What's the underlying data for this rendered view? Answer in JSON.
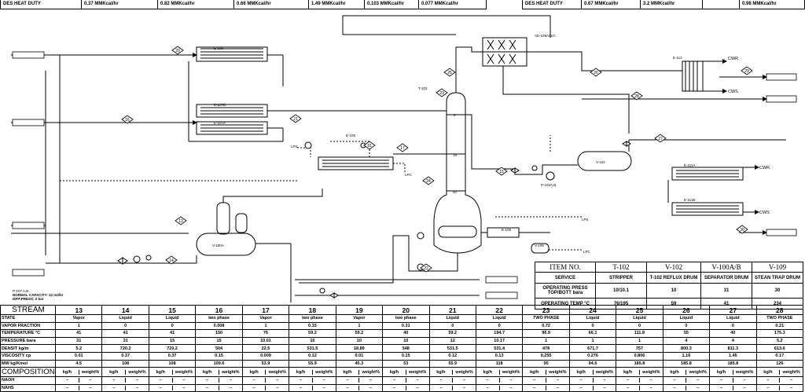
{
  "duty_left": {
    "label": "DES HEAT DUTY",
    "values": [
      "0.37 MMKcal/hr",
      "0.82 MMKcal/hr",
      "0.66 MMKcal/hr",
      "1.49 MMKcal/hr",
      "0.103 MMKcal/hr",
      "0.077 MMKcal/hr"
    ]
  },
  "duty_right": {
    "label": "DES HEAT DUTY",
    "values": [
      "0.67 MMKcal/hr",
      "3.2 MMKcal/hr",
      "",
      "0.98 MMKcal/hr"
    ]
  },
  "equipment": {
    "e106": "E-106",
    "e107b": "E-107B",
    "e107a": "E-107A",
    "e105": "E-105",
    "t102": "T-102",
    "ac": "AE-109A/B/C",
    "e113": "E-113",
    "v102": "V-102",
    "p102": "P-102A,B",
    "e111a": "E-111A",
    "e111b": "E-111B",
    "v100": "V-100A",
    "e108": "E-108",
    "v109": "V-109",
    "p107": "P-107 A,B",
    "p107_note": "NORMAL CAPACITY: 12 m3/hr\nDIFF.PRESS: 2 bar",
    "cwr": "CWR",
    "cws": "CWS",
    "lps": "LPS",
    "lpc": "LPC",
    "tray_top": "2",
    "tray_feed": "19",
    "tray_bot": "40"
  },
  "stream_tags": [
    "20",
    "16",
    "21",
    "23",
    "24",
    "17",
    "15",
    "22",
    "14",
    "13",
    "25",
    "26",
    "27",
    "28",
    "29",
    "30",
    "31"
  ],
  "item_table": {
    "headers": [
      "ITEM NO.",
      "T-102",
      "V-102",
      "V-100A/B",
      "V-109"
    ],
    "rows": [
      {
        "label": "SERVICE",
        "values": [
          "STRIPPER",
          "T-102 REFLUX DRUM",
          "SEPARATOR DRUM",
          "STEAN TRAP DRUM"
        ]
      },
      {
        "label": "OPERATING PRESS TOP/BOTT bara",
        "values": [
          "10/10.1",
          "10",
          "31",
          "30"
        ]
      },
      {
        "label": "OPERATING TEMP °C",
        "values": [
          "76/195",
          "59",
          "41",
          "234"
        ]
      }
    ]
  },
  "stream_table": {
    "stream_label": "STREAM",
    "streams": [
      "13",
      "14",
      "15",
      "16",
      "17",
      "18",
      "19",
      "20",
      "21",
      "22",
      "23",
      "24",
      "25",
      "26",
      "27",
      "28"
    ],
    "rows": [
      {
        "label": "STATE",
        "values": [
          "Vapor",
          "Liquid",
          "Liquid",
          "two phase",
          "Vapor",
          "two phase",
          "Vapor",
          "two phase",
          "Liquid",
          "Liquid",
          "TWO PHASE",
          "Liquid",
          "Liquid",
          "Liquid",
          "Liquid",
          "TWO PHASE"
        ]
      },
      {
        "label": "VAPOR FRACTION",
        "values": [
          "1",
          "0",
          "0",
          "0.008",
          "1",
          "0.15",
          "1",
          "0.31",
          "0",
          "0",
          "0.72",
          "0",
          "0",
          "0",
          "0",
          "0.21"
        ]
      },
      {
        "label": "TEMPERATURE °C",
        "values": [
          "41",
          "41",
          "41",
          "150",
          "76",
          "59.2",
          "59.2",
          "40",
          "59.2",
          "194.7",
          "96.9",
          "66.1",
          "111.8",
          "55",
          "40",
          "175.3"
        ]
      },
      {
        "label": "PRESSURE bara",
        "values": [
          "31",
          "31",
          "15",
          "15",
          "10.01",
          "10",
          "10",
          "10",
          "12",
          "10.17",
          "1",
          "1",
          "1",
          "4",
          "4",
          "5.2"
        ]
      },
      {
        "label": "DENSIT kg/m",
        "values": [
          "5.2",
          "720.2",
          "720.2",
          "504",
          "22.5",
          "531.5",
          "18.89",
          "548",
          "531.5",
          "531.4",
          "478",
          "671.7",
          "757",
          "800.3",
          "811.3",
          "613.6"
        ]
      },
      {
        "label": "VISCOSITY cp",
        "values": [
          "0.01",
          "0.37",
          "0.37",
          "0.15",
          "0.009",
          "0.12",
          "0.01",
          "0.15",
          "0.12",
          "0.13",
          "0.255",
          "0.276",
          "0.806",
          "1.16",
          "1.45",
          "0.17"
        ]
      },
      {
        "label": "MW kg/Kmol",
        "values": [
          "4.5",
          "108",
          "108",
          "109.6",
          "53.9",
          "55.9",
          "45.3",
          "53",
          "55.9",
          "118",
          "95",
          "94.6",
          "185.8",
          "185.8",
          "185.8",
          "126"
        ]
      }
    ],
    "composition_label": "COMPOSITION",
    "comp_headers": [
      "kg/h",
      "weight%"
    ],
    "comp_rows": [
      {
        "label": "NAOH",
        "values": [
          "–",
          "–"
        ]
      },
      {
        "label": "NAHS",
        "values": [
          "–",
          "–"
        ]
      }
    ]
  }
}
